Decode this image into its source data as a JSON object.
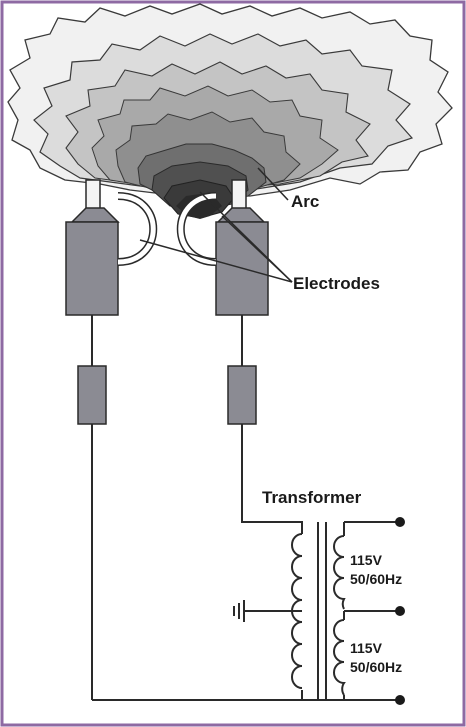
{
  "labels": {
    "arc": "Arc",
    "electrodes": "Electrodes",
    "transformer": "Transformer",
    "winding_top_voltage": "115V",
    "winding_top_freq": "50/60Hz",
    "winding_bottom_voltage": "115V",
    "winding_bottom_freq": "50/60Hz"
  },
  "colors": {
    "frame": "#8e6aa3",
    "wire": "#2a2a2a",
    "electrode_fill": "#8b8b93",
    "resistor_fill": "#8b8b93",
    "arc_outer": "#e6e6e6",
    "arc_core": "#4a4a4a"
  }
}
